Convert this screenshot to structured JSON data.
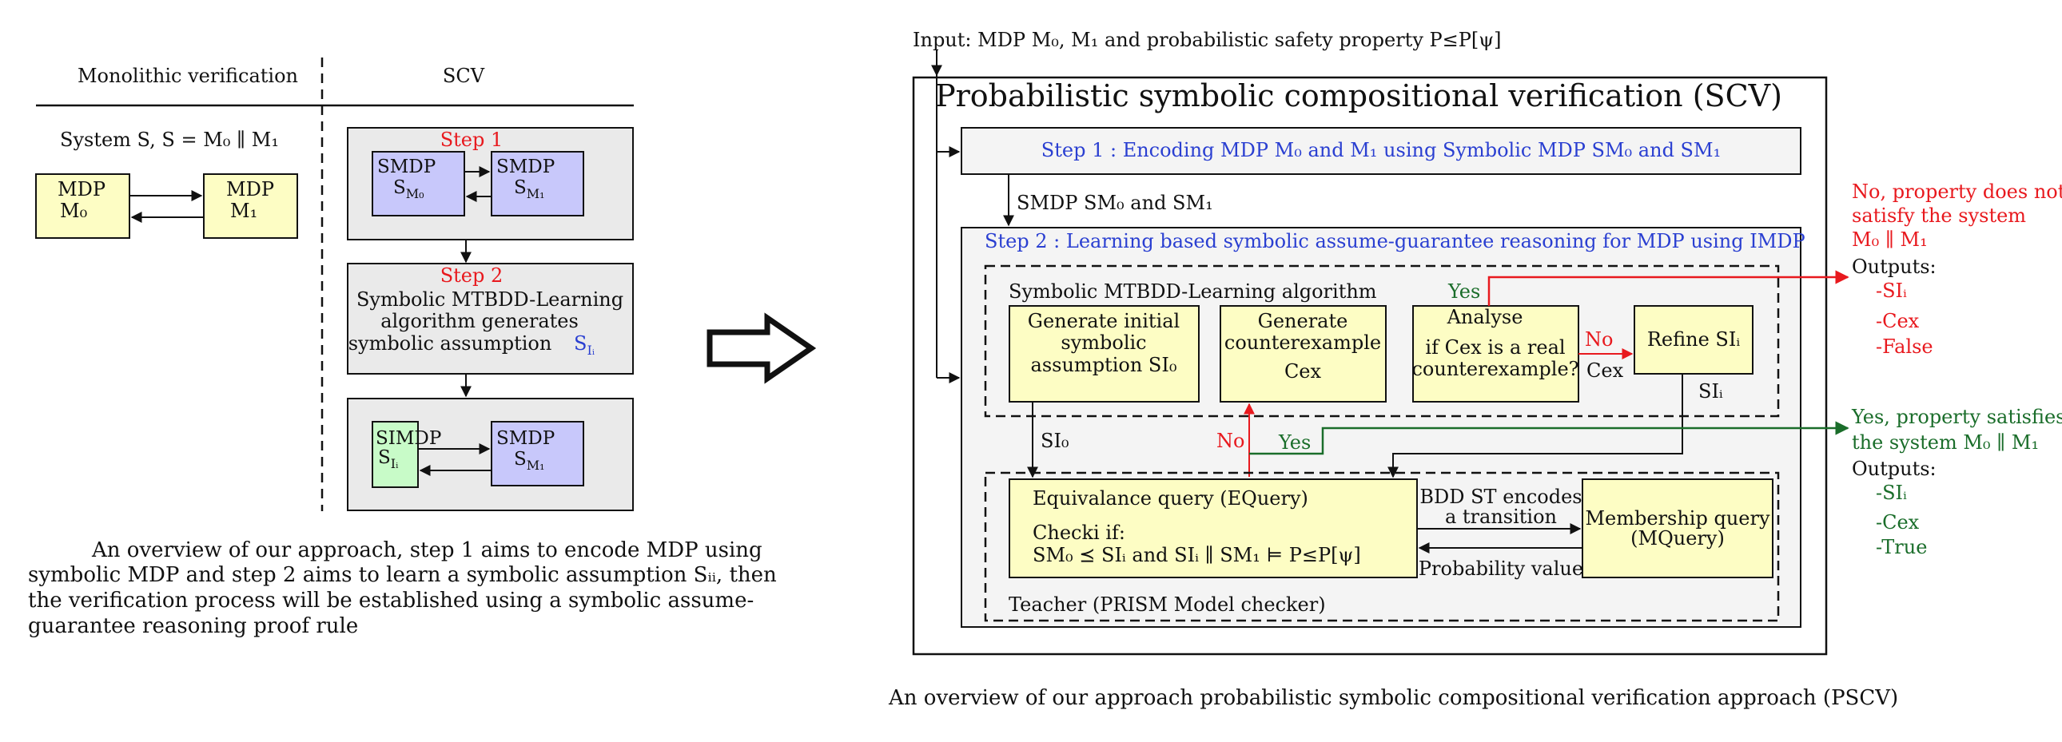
{
  "colors": {
    "red": "#e8191e",
    "blue": "#2a3fd1",
    "green": "#1a6d2a",
    "yellow_box": "#fdfdc4",
    "gray_box": "#eaeaea",
    "purple_box": "#c8c8fb",
    "green_box": "#c8fbc8",
    "light_panel": "#f4f4f4"
  },
  "left": {
    "header_mono": "Monolithic verification",
    "header_scv": "SCV",
    "system": "System S, S = M₀ ∥ M₁",
    "mdp0": {
      "l1": "MDP",
      "l2": "M₀"
    },
    "mdp1": {
      "l1": "MDP",
      "l2": "M₁"
    },
    "step1": {
      "label": "Step 1",
      "smdp0": {
        "l1": "SMDP",
        "l2": "S",
        "sub": "M₀"
      },
      "smdp1": {
        "l1": "SMDP",
        "l2": "S",
        "sub": "M₁"
      }
    },
    "step2": {
      "label": "Step 2",
      "l1": "Symbolic MTBDD-Learning",
      "l2": "algorithm generates",
      "l3": "symbolic assumption",
      "assume": "S",
      "assume_sub": "Iᵢ"
    },
    "step3": {
      "simdp": {
        "l1": "SIMDP",
        "l2": "S",
        "sub": "Iᵢ"
      },
      "smdp1": {
        "l1": "SMDP",
        "l2": "S",
        "sub": "M₁"
      }
    },
    "caption": [
      "An overview of our approach, step 1 aims to encode MDP using",
      "symbolic MDP and step 2 aims to learn a symbolic assumption Sᵢᵢ, then",
      "the verification process will be established using a symbolic assume-",
      "guarantee reasoning proof rule"
    ]
  },
  "right": {
    "input": "Input: MDP M₀, M₁ and probabilistic safety property P≤P[ψ]",
    "title": "Probabilistic symbolic compositional verification (SCV)",
    "step1": "Step 1 : Encoding MDP M₀ and M₁ using Symbolic MDP SM₀ and SM₁",
    "smdp_label": "SMDP SM₀ and SM₁",
    "step2": "Step 2 : Learning based symbolic assume-guarantee reasoning for MDP using IMDP",
    "learning_label": "Symbolic MTBDD-Learning algorithm",
    "gen_initial": [
      "Generate initial",
      "symbolic",
      "assumption SI₀"
    ],
    "gen_cex": [
      "Generate",
      "counterexample",
      "Cex"
    ],
    "analyse": [
      "Analyse",
      "if Cex is a real",
      "counterexample?"
    ],
    "refine": "Refine SIᵢ",
    "yes_top": "Yes",
    "no_mid": "No",
    "cex_mid": "Cex",
    "si_label": "SIᵢ",
    "si0_label": "SI₀",
    "no_left": "No",
    "yes_mid": "Yes",
    "equery": [
      "Equivalance query (EQuery)",
      "Checki if:",
      "SM₀ ⪯ SIᵢ and SIᵢ ∥ SM₁ ⊨ P≤P[ψ]"
    ],
    "bdd": [
      "BDD ST encodes",
      "a transition"
    ],
    "prob_value": "Probability value",
    "mquery": [
      "Membership query",
      "(MQuery)"
    ],
    "teacher": "Teacher (PRISM Model checker)",
    "out_no": [
      "No, property does not",
      "satisfy the system",
      "M₀ ∥ M₁"
    ],
    "outputs": "Outputs:",
    "out_no_list": [
      "-SIᵢ",
      "-Cex",
      "-False"
    ],
    "out_yes": [
      "Yes, property satisfies",
      "the system M₀ ∥ M₁"
    ],
    "out_yes_list": [
      "-SIᵢ",
      "-Cex",
      "-True"
    ],
    "caption": "An overview of our approach probabilistic symbolic compositional verification approach (PSCV)"
  }
}
